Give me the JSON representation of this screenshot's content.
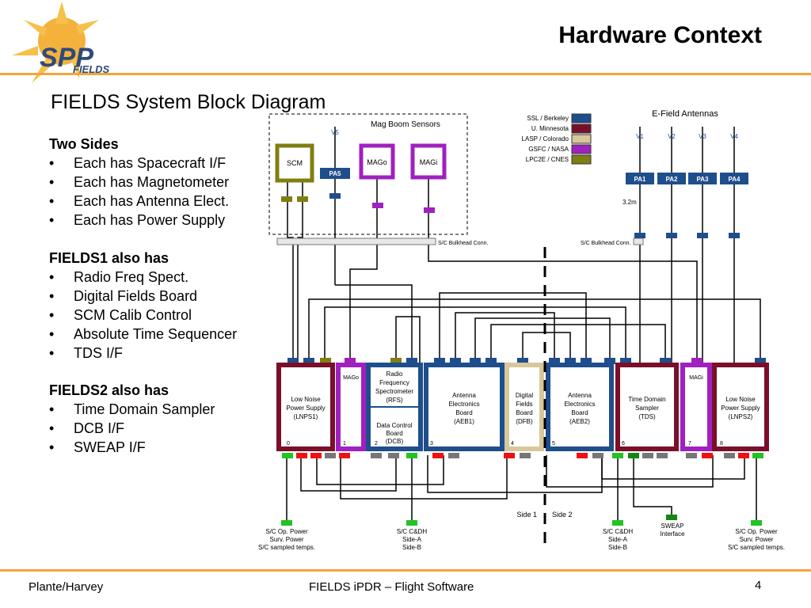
{
  "header": {
    "title": "Hardware Context"
  },
  "logo": {
    "text": "SPP",
    "subtext": "FIELDS"
  },
  "diagram_title": "FIELDS System Block Diagram",
  "sides_section": {
    "heading": "Two Sides",
    "items": [
      "Each has Spacecraft I/F",
      "Each has Magnetometer",
      "Each has Antenna Elect.",
      "Each has Power Supply"
    ]
  },
  "fields1_section": {
    "heading": "FIELDS1 also has",
    "items": [
      "Radio Freq Spect.",
      "Digital Fields Board",
      "SCM Calib Control",
      "Absolute Time Sequencer",
      "TDS I/F"
    ]
  },
  "fields2_section": {
    "heading": "FIELDS2 also has",
    "items": [
      "Time Domain Sampler",
      "DCB I/F",
      "SWEAP I/F"
    ]
  },
  "legend": [
    {
      "label": "SSL / Berkeley",
      "color": "#1f4e8c"
    },
    {
      "label": "U. Minnesota",
      "color": "#7a0f2a"
    },
    {
      "label": "LASP / Colorado",
      "color": "#d8c79a"
    },
    {
      "label": "GSFC / NASA",
      "color": "#a020c0"
    },
    {
      "label": "LPC2E / CNES",
      "color": "#7f7f12"
    }
  ],
  "diagram": {
    "mag_boom_label": "Mag Boom Sensors",
    "efield_label": "E-Field Antennas",
    "scm": "SCM",
    "pa5": "PA5",
    "v5": "V5",
    "mago_sensor": "MAGo",
    "magi_sensor": "MAGi",
    "antennas": [
      {
        "v": "V1",
        "pa": "PA1"
      },
      {
        "v": "V2",
        "pa": "PA2"
      },
      {
        "v": "V3",
        "pa": "PA3"
      },
      {
        "v": "V4",
        "pa": "PA4"
      }
    ],
    "boom_length": "3.2m",
    "bulkhead_left": "S/C Bulkhead Conn.",
    "bulkhead_right": "S/C Bulkhead Conn.",
    "boards": [
      {
        "id": "lnps1",
        "lines": [
          "Low Noise",
          "Power Supply",
          "(LNPS1)"
        ],
        "num": "0"
      },
      {
        "id": "mago",
        "lines": [
          "MAGo"
        ],
        "num": "1"
      },
      {
        "id": "rfs",
        "lines": [
          "Radio",
          "Frequency",
          "Spectrometer",
          "(RFS)"
        ],
        "lines2": [
          "Data Control",
          "Board",
          "(DCB)"
        ],
        "num": "2"
      },
      {
        "id": "aeb1",
        "lines": [
          "Antenna",
          "Electronics",
          "Board",
          "(AEB1)"
        ],
        "num": "3"
      },
      {
        "id": "dfb",
        "lines": [
          "Digital",
          "Fields",
          "Board",
          "(DFB)"
        ],
        "num": "4"
      },
      {
        "id": "aeb2",
        "lines": [
          "Antenna",
          "Electronics",
          "Board",
          "(AEB2)"
        ],
        "num": "5"
      },
      {
        "id": "tds",
        "lines": [
          "Time Domain",
          "Sampler",
          "(TDS)"
        ],
        "num": "6"
      },
      {
        "id": "magi",
        "lines": [
          "MAGi"
        ],
        "num": "7"
      },
      {
        "id": "lnps2",
        "lines": [
          "Low Noise",
          "Power Supply",
          "(LNPS2)"
        ],
        "num": "8"
      }
    ],
    "side1": "Side 1",
    "side2": "Side 2",
    "interfaces": [
      {
        "id": "power-left",
        "lines": [
          "S/C Op. Power",
          "Surv. Power",
          "S/C sampled temps."
        ]
      },
      {
        "id": "cdh-left",
        "lines": [
          "S/C C&DH",
          "Side-A",
          "Side-B"
        ]
      },
      {
        "id": "cdh-right",
        "lines": [
          "S/C C&DH",
          "Side-A",
          "Side-B"
        ]
      },
      {
        "id": "sweap",
        "lines": [
          "SWEAP",
          "Interface"
        ]
      },
      {
        "id": "power-right",
        "lines": [
          "S/C Op. Power",
          "Surv. Power",
          "S/C sampled temps."
        ]
      }
    ]
  },
  "footer": {
    "left": "Plante/Harvey",
    "center": "FIELDS iPDR – Flight Software",
    "page": "4"
  }
}
